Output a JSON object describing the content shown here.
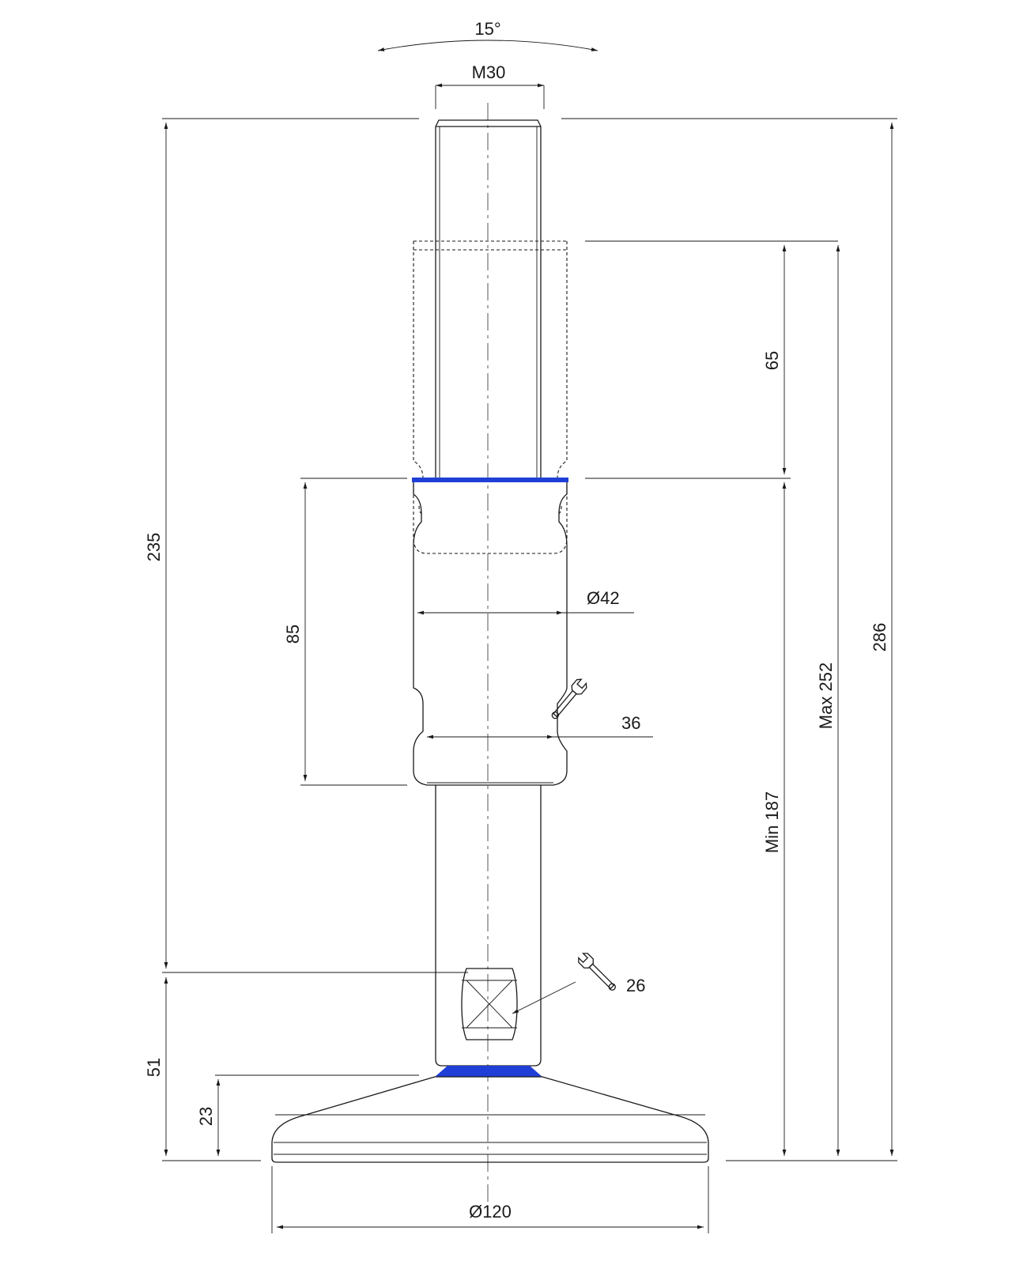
{
  "drawing": {
    "angle_label": "15°",
    "thread_label": "M30",
    "dim_65": "65",
    "dim_85": "85",
    "dim_235": "235",
    "dim_286": "286",
    "dim_max": "Max 252",
    "dim_min": "Min 187",
    "dim_d42": "Ø42",
    "dim_36": "36",
    "dim_26": "26",
    "dim_51": "51",
    "dim_23": "23",
    "dim_d120": "Ø120"
  },
  "colors": {
    "line": "#1a1a1a",
    "accent_seal": "#1f3fd6"
  },
  "icons": [
    "wrench-icon",
    "wrench-icon"
  ]
}
